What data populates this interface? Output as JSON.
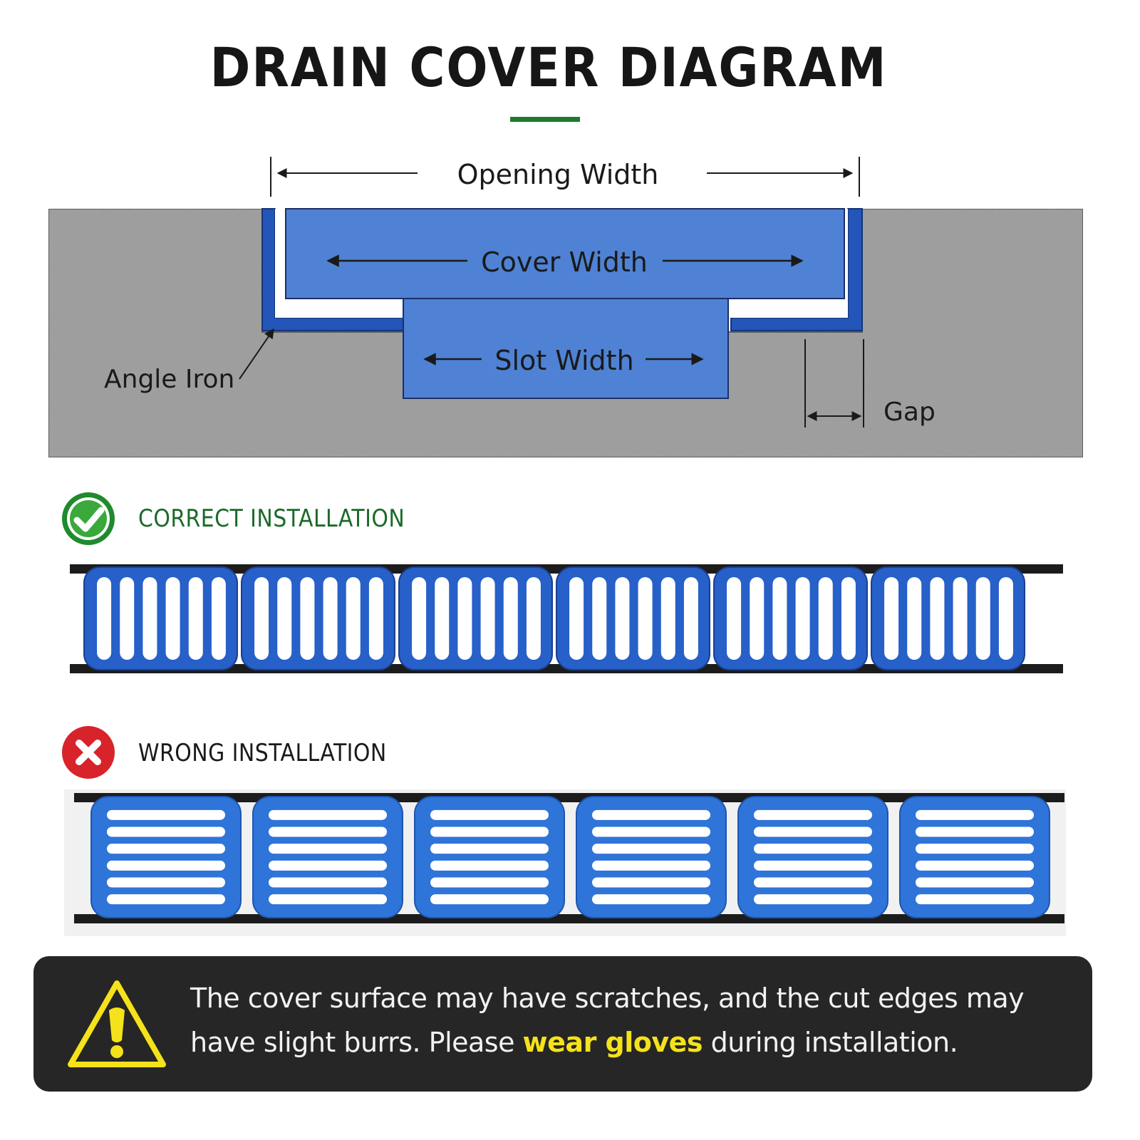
{
  "title": "DRAIN COVER DIAGRAM",
  "labels": {
    "opening_width": "Opening Width",
    "cover_width": "Cover Width",
    "slot_width": "Slot Width",
    "angle_iron": "Angle Iron",
    "gap": "Gap"
  },
  "sections": {
    "correct": {
      "title": "CORRECT INSTALLATION",
      "icon": "green-check-circle-icon",
      "slot_orientation": "vertical"
    },
    "wrong": {
      "title": "WRONG INSTALLATION",
      "icon": "red-cross-circle-icon",
      "slot_orientation": "horizontal"
    }
  },
  "grates": {
    "count": 6
  },
  "warning": {
    "icon": "warning-triangle-icon",
    "text_before": "The cover surface may have scratches, and the cut edges may have slight burrs. Please ",
    "highlight": "wear gloves",
    "text_after": " during installation."
  },
  "colors": {
    "cover_blue": "#4f82d4",
    "grate_blue": "#2660c8",
    "concrete": "#a6a6a6",
    "correct_green": "#1c6a2a",
    "wrong_red": "#d8232a",
    "highlight_yellow": "#f5e21a",
    "warning_bg": "#262626"
  }
}
